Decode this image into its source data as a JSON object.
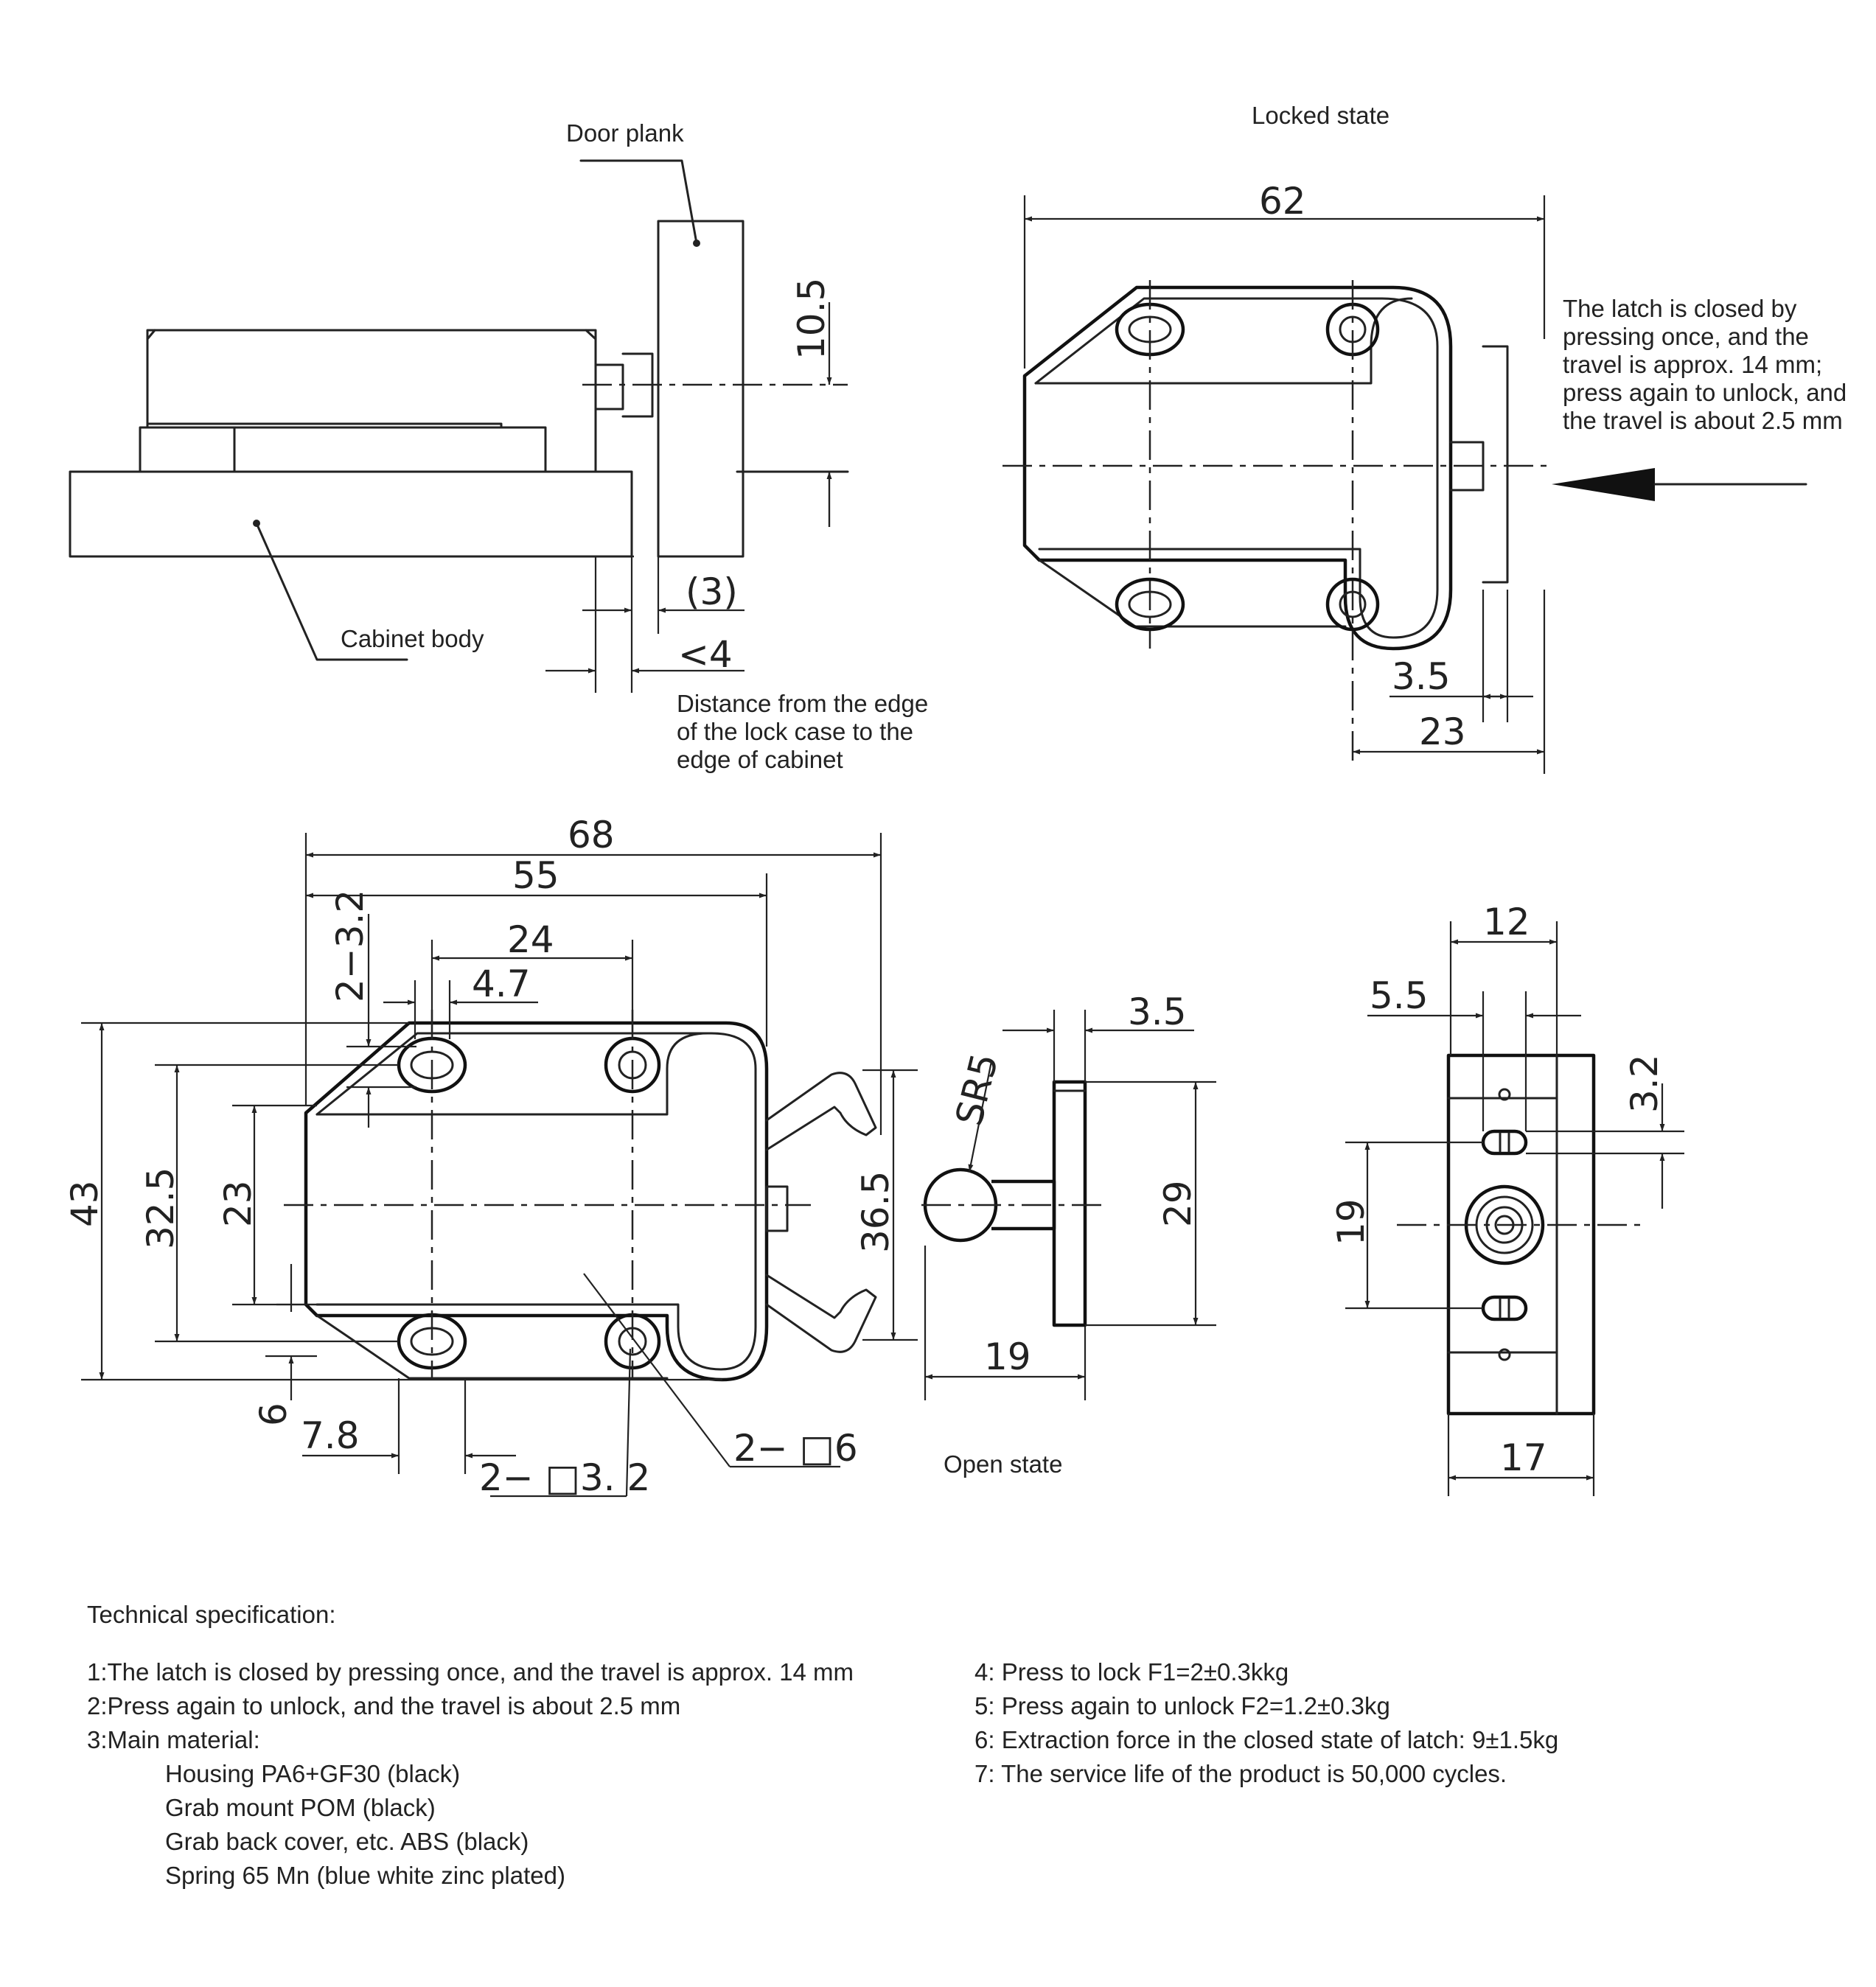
{
  "labels": {
    "door_plank": "Door plank",
    "cabinet_body": "Cabinet body",
    "locked_state": "Locked state",
    "open_state": "Open state",
    "edge_distance": [
      "Distance from the edge",
      "of the lock case to the",
      "edge of cabinet"
    ],
    "latch_note": [
      "The latch is closed by",
      "pressing once, and the",
      "travel is approx. 14 mm;",
      "press again to unlock, and",
      "the travel is about 2.5 mm"
    ]
  },
  "dimensions": {
    "side": {
      "door_height": "10.5",
      "gap": "(3)",
      "edge": "<4"
    },
    "locked": {
      "width": "62",
      "plunger_offset": "3.5",
      "depth": "23"
    },
    "front": {
      "overall_width": "68",
      "body_width": "55",
      "hole_pitch": "24",
      "slot_width": "4.7",
      "slot_callout": "2−3.2",
      "overall_height": "43",
      "inner_height": "32.5",
      "slot_span": "23",
      "bottom_offset": "6",
      "left_offset": "7.8",
      "bottom_slot_callout": "2− □3. 2",
      "hole_callout": "2− □6",
      "claw_height": "36.5"
    },
    "striker": {
      "thickness": "3.5",
      "ball_radius": "SR5",
      "plate_height": "29",
      "length": "19"
    },
    "end": {
      "top_width": "12",
      "slot_offset": "5.5",
      "slot_width": "3.2",
      "hole_span": "19",
      "width": "17"
    }
  },
  "spec": {
    "title": "Technical specification:",
    "left_items": [
      "1:The latch is closed by pressing once, and the travel is approx. 14 mm",
      "2:Press again to unlock, and the travel is about 2.5 mm",
      "3:Main material:"
    ],
    "materials": [
      "Housing PA6+GF30 (black)",
      "Grab mount POM (black)",
      "Grab back cover, etc. ABS (black)",
      "Spring 65 Mn (blue white zinc plated)"
    ],
    "right_items": [
      "4: Press to lock F1=2±0.3kkg",
      "5: Press again to unlock F2=1.2±0.3kg",
      "6: Extraction force in the closed state of latch: 9±1.5kg",
      "7: The service life of the product is 50,000 cycles."
    ]
  }
}
